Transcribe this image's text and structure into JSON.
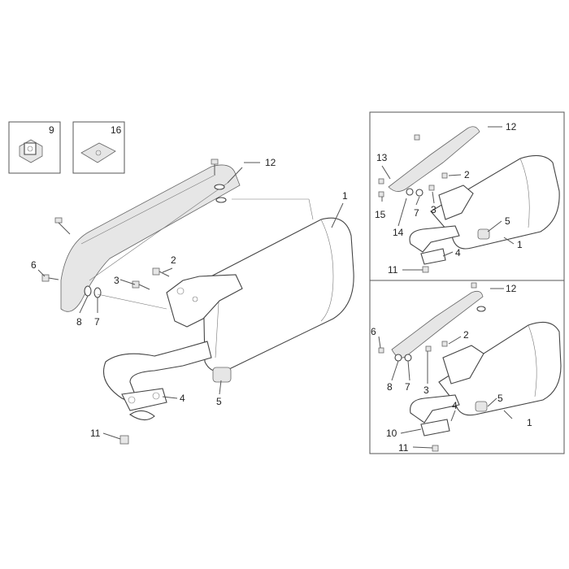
{
  "diagram": {
    "inset_boxes": [
      {
        "id": "box-9",
        "label": "9"
      },
      {
        "id": "box-16",
        "label": "16"
      }
    ],
    "main_labels": [
      "1",
      "12",
      "2",
      "3",
      "6",
      "8",
      "7",
      "4",
      "5",
      "11"
    ],
    "panel_top_labels": [
      "12",
      "13",
      "2",
      "15",
      "14",
      "7",
      "3",
      "5",
      "4",
      "1",
      "11"
    ],
    "panel_bottom_labels": [
      "12",
      "6",
      "2",
      "8",
      "7",
      "3",
      "5",
      "4",
      "10",
      "11",
      "1"
    ]
  }
}
